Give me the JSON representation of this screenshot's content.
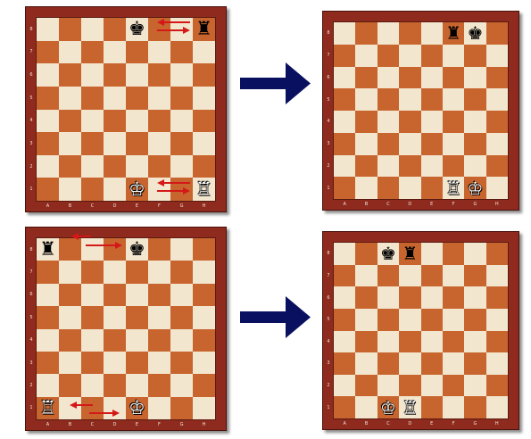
{
  "files": [
    "A",
    "B",
    "C",
    "D",
    "E",
    "F",
    "G",
    "H"
  ],
  "ranks": [
    "8",
    "7",
    "6",
    "5",
    "4",
    "3",
    "2",
    "1"
  ],
  "pieces": {
    "white-king": "♔",
    "white-rook": "♖",
    "black-king": "♚",
    "black-rook": "♜"
  },
  "colors": {
    "frame": "#8e2a1e",
    "light_square": "#f3e6cf",
    "dark_square": "#c8652e",
    "move_arrow": "#d41818",
    "result_arrow": "#0a1060"
  },
  "diagrams": [
    {
      "name": "kingside-before",
      "placement": [
        {
          "square": "e8",
          "piece": "black-king"
        },
        {
          "square": "h8",
          "piece": "black-rook"
        },
        {
          "square": "e1",
          "piece": "white-king"
        },
        {
          "square": "h1",
          "piece": "white-rook"
        }
      ]
    },
    {
      "name": "kingside-after",
      "placement": [
        {
          "square": "f8",
          "piece": "black-rook"
        },
        {
          "square": "g8",
          "piece": "black-king"
        },
        {
          "square": "f1",
          "piece": "white-rook"
        },
        {
          "square": "g1",
          "piece": "white-king"
        }
      ]
    },
    {
      "name": "queenside-before",
      "placement": [
        {
          "square": "a8",
          "piece": "black-rook"
        },
        {
          "square": "e8",
          "piece": "black-king"
        },
        {
          "square": "a1",
          "piece": "white-rook"
        },
        {
          "square": "e1",
          "piece": "white-king"
        }
      ]
    },
    {
      "name": "queenside-after",
      "placement": [
        {
          "square": "c8",
          "piece": "black-king"
        },
        {
          "square": "d8",
          "piece": "black-rook"
        },
        {
          "square": "c1",
          "piece": "white-king"
        },
        {
          "square": "d1",
          "piece": "white-rook"
        }
      ]
    }
  ]
}
